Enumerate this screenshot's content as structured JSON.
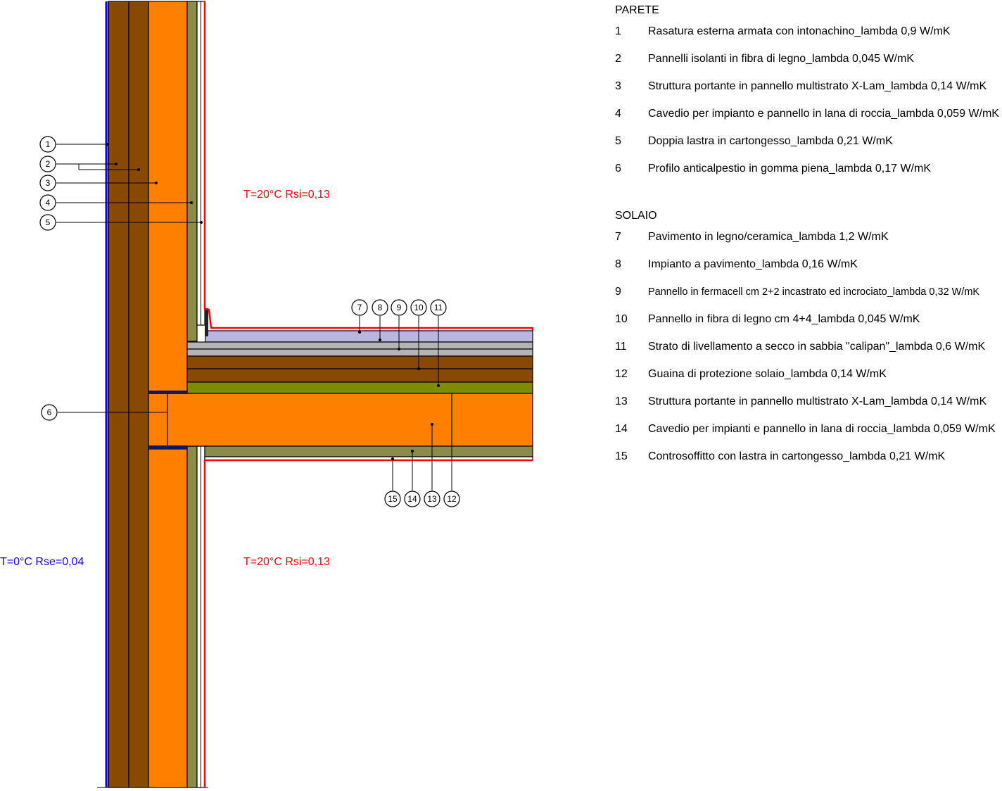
{
  "wall_section": {
    "title": "PARETE",
    "items": [
      {
        "num": "1",
        "text": "Rasatura esterna armata con intonachino_lambda 0,9 W/mK"
      },
      {
        "num": "2",
        "text": "Pannelli isolanti in fibra di legno_lambda 0,045 W/mK"
      },
      {
        "num": "3",
        "text": "Struttura portante in pannello multistrato X-Lam_lambda 0,14 W/mK"
      },
      {
        "num": "4",
        "text": "Cavedio per impianto e pannello in lana di roccia_lambda 0,059 W/mK"
      },
      {
        "num": "5",
        "text": "Doppia lastra in cartongesso_lambda 0,21 W/mK"
      },
      {
        "num": "6",
        "text": "Profilo anticalpestio in gomma piena_lambda 0,17 W/mK"
      }
    ]
  },
  "floor_section": {
    "title": "SOLAIO",
    "items": [
      {
        "num": "7",
        "text": "Pavimento in legno/ceramica_lambda 1,2 W/mK"
      },
      {
        "num": "8",
        "text": "Impianto a pavimento_lambda 0,16 W/mK"
      },
      {
        "num": "9",
        "text": "Pannello in fermacell cm 2+2 incastrato ed incrociato_lambda 0,32 W/mK"
      },
      {
        "num": "10",
        "text": "Pannello in fibra di legno cm 4+4_lambda 0,045 W/mK"
      },
      {
        "num": "11",
        "text": "Strato di livellamento a secco in sabbia \"calipan\"_lambda 0,6 W/mK"
      },
      {
        "num": "12",
        "text": "Guaina di protezione solaio_lambda 0,14 W/mK"
      },
      {
        "num": "13",
        "text": "Struttura portante in pannello multistrato X-Lam_lambda 0,14 W/mK"
      },
      {
        "num": "14",
        "text": "Cavedio per impianti e pannello in lana di roccia_lambda 0,059 W/mK"
      },
      {
        "num": "15",
        "text": "Controsoffitto con lastra in cartongesso_lambda 0,21 W/mK"
      }
    ]
  },
  "boundary_conditions": {
    "interior_upper": "T=20°C Rsi=0,13",
    "interior_lower": "T=20°C Rsi=0,13",
    "exterior": "T=0°C Rse=0,04"
  },
  "colors": {
    "xlam_orange": "#FF8000",
    "wood_fibre_brown": "#884A03",
    "rockwool_olive": "#8B8B4C",
    "calipan_olive": "#7F8B00",
    "floor_lavender": "#B9B6DF",
    "fermacell_grey": "#B4B4B4",
    "exterior_blue": "#1400FF",
    "interior_red": "#FF0000",
    "profile_navy": "#0A1868"
  }
}
